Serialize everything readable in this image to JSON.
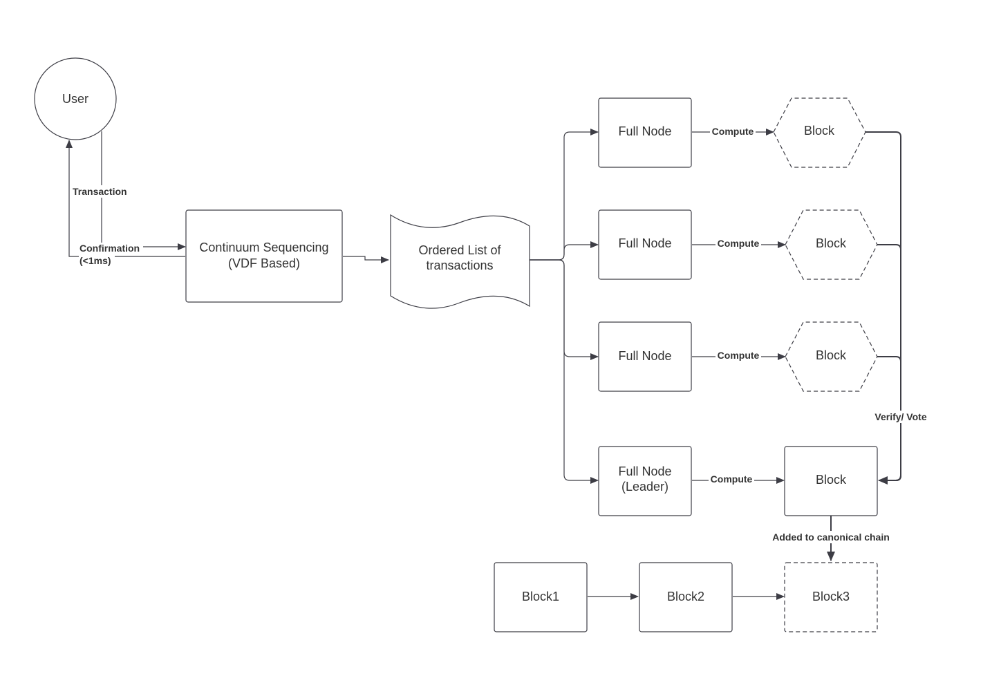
{
  "nodes": {
    "user": "User",
    "sequencer_line1": "Continuum Sequencing",
    "sequencer_line2": "(VDF Based)",
    "ordered_list_line1": "Ordered List of",
    "ordered_list_line2": "transactions",
    "full_node_1": "Full Node",
    "full_node_2": "Full Node",
    "full_node_3": "Full Node",
    "full_node_leader_line1": "Full Node",
    "full_node_leader_line2": "(Leader)",
    "block_1": "Block",
    "block_2": "Block",
    "block_3": "Block",
    "block_leader": "Block",
    "chain_block1": "Block1",
    "chain_block2": "Block2",
    "chain_block3": "Block3"
  },
  "edges": {
    "transaction": "Transaction",
    "confirmation_line1": "Confirmation",
    "confirmation_line2": "(<1ms)",
    "compute_1": "Compute",
    "compute_2": "Compute",
    "compute_3": "Compute",
    "compute_leader": "Compute",
    "verify_vote": "Verify/ Vote",
    "added_to_chain": "Added to canonical chain"
  },
  "colors": {
    "stroke": "#3d3d45",
    "text": "#333333",
    "background": "#ffffff"
  }
}
